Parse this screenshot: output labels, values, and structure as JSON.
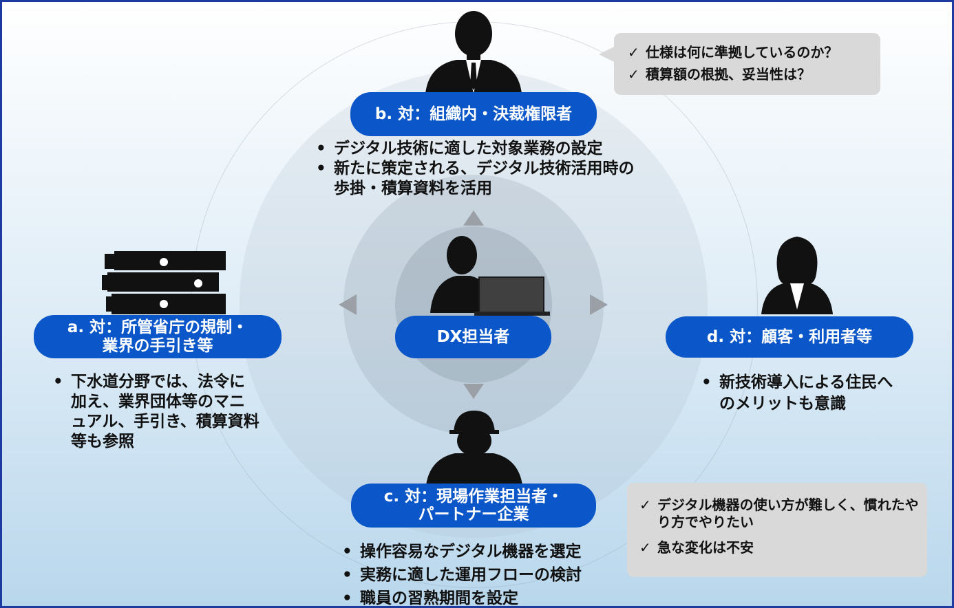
{
  "center": {
    "label": "DX担当者"
  },
  "a": {
    "title_line1": "a. 対：所管省庁の規制・",
    "title_line2": "業界の手引き等",
    "bullets": [
      "下水道分野では、法令に加え、業界団体等のマニュアル、手引き、積算資料等も参照"
    ]
  },
  "b": {
    "title": "b. 対：組織内・決裁権限者",
    "bullets": [
      "デジタル技術に適した対象業務の設定",
      "新たに策定される、デジタル技術活用時の歩掛・積算資料を活用"
    ],
    "concerns": [
      "仕様は何に準拠しているのか？",
      "積算額の根拠、妥当性は？"
    ]
  },
  "c": {
    "title_line1": "c. 対：現場作業担当者・",
    "title_line2": "パートナー企業",
    "bullets": [
      "操作容易なデジタル機器を選定",
      "実務に適した運用フローの検討",
      "職員の習熟期間を設定"
    ],
    "concerns": [
      "デジタル機器の使い方が難しく、慣れたやり方でやりたい",
      "急な変化は不安"
    ]
  },
  "d": {
    "title": "d. 対：顧客・利用者等",
    "bullets": [
      "新技術導入による住民へのメリットも意識"
    ]
  },
  "icons": {
    "manager": "businessman-silhouette-icon",
    "user": "businesswoman-silhouette-icon",
    "worker": "hardhat-worker-silhouette-icon",
    "dx": "person-with-laptop-icon",
    "binders": "binders-stack-icon"
  },
  "colors": {
    "pill": "#0b57c9",
    "bubble": "#d9d9d9",
    "arrow": "#9aa0a6",
    "border": "#1c3aa0"
  }
}
